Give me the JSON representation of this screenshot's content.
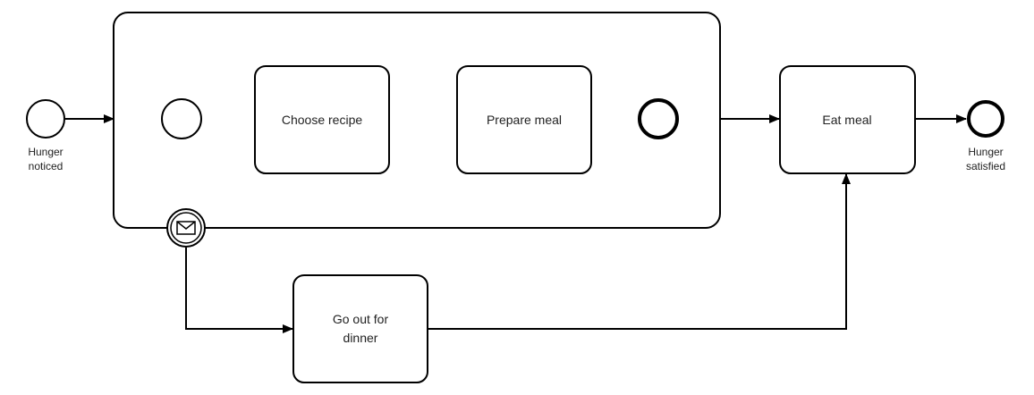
{
  "colors": {
    "stroke": "#000000",
    "fill": "#ffffff",
    "text": "#222222"
  },
  "events": {
    "start": {
      "label_line1": "Hunger",
      "label_line2": "noticed"
    },
    "end": {
      "label_line1": "Hunger",
      "label_line2": "satisfied"
    },
    "boundary_message": {
      "icon": "envelope-icon"
    }
  },
  "tasks": {
    "choose_recipe": "Choose recipe",
    "prepare_meal": "Prepare meal",
    "eat_meal": "Eat meal",
    "go_out_line1": "Go out for",
    "go_out_line2": "dinner"
  }
}
